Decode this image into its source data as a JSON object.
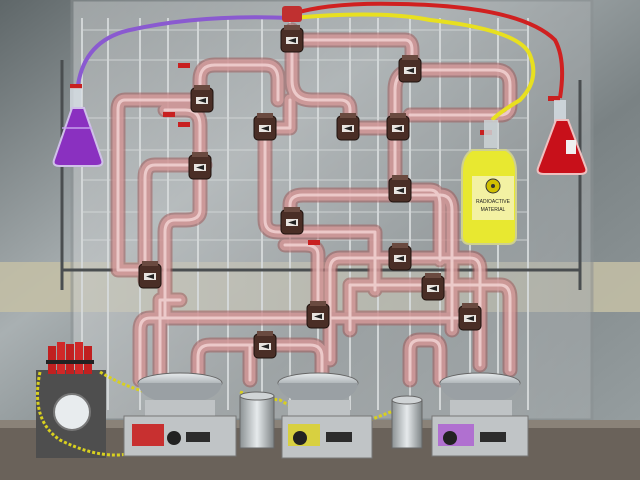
{
  "scene": "radioactive-pipe-puzzle",
  "colors": {
    "wall_dark": "#6d7476",
    "wall_light": "#b9c0c2",
    "stripe": "#c9c3a8",
    "pipe": "#d8a0a0",
    "pipe_edge": "#9e5a5a",
    "valve_body": "#4a2e26",
    "tube_purple": "#8a5ad0",
    "tube_yellow": "#e8e020",
    "tube_red": "#d02020",
    "flask_purple": "#8a30c0",
    "flask_red": "#c8101a",
    "bottle_yellow": "#e8e830",
    "burner_red": "#c83030",
    "burner_yellow": "#d8d040",
    "burner_purple": "#b070d0",
    "dynamite": "#c02020",
    "cable": "#d8d020"
  },
  "labels": {
    "bottle_label": "RADIOACTIVE",
    "bottle_sub": "MATERIAL"
  },
  "valves": [
    {
      "id": "v1"
    },
    {
      "id": "v2"
    },
    {
      "id": "v3"
    },
    {
      "id": "v4"
    },
    {
      "id": "v5"
    },
    {
      "id": "v6"
    },
    {
      "id": "v7"
    },
    {
      "id": "v8"
    },
    {
      "id": "v9"
    },
    {
      "id": "v10"
    },
    {
      "id": "v11"
    },
    {
      "id": "v12"
    },
    {
      "id": "v13"
    },
    {
      "id": "v14"
    },
    {
      "id": "v15"
    }
  ]
}
